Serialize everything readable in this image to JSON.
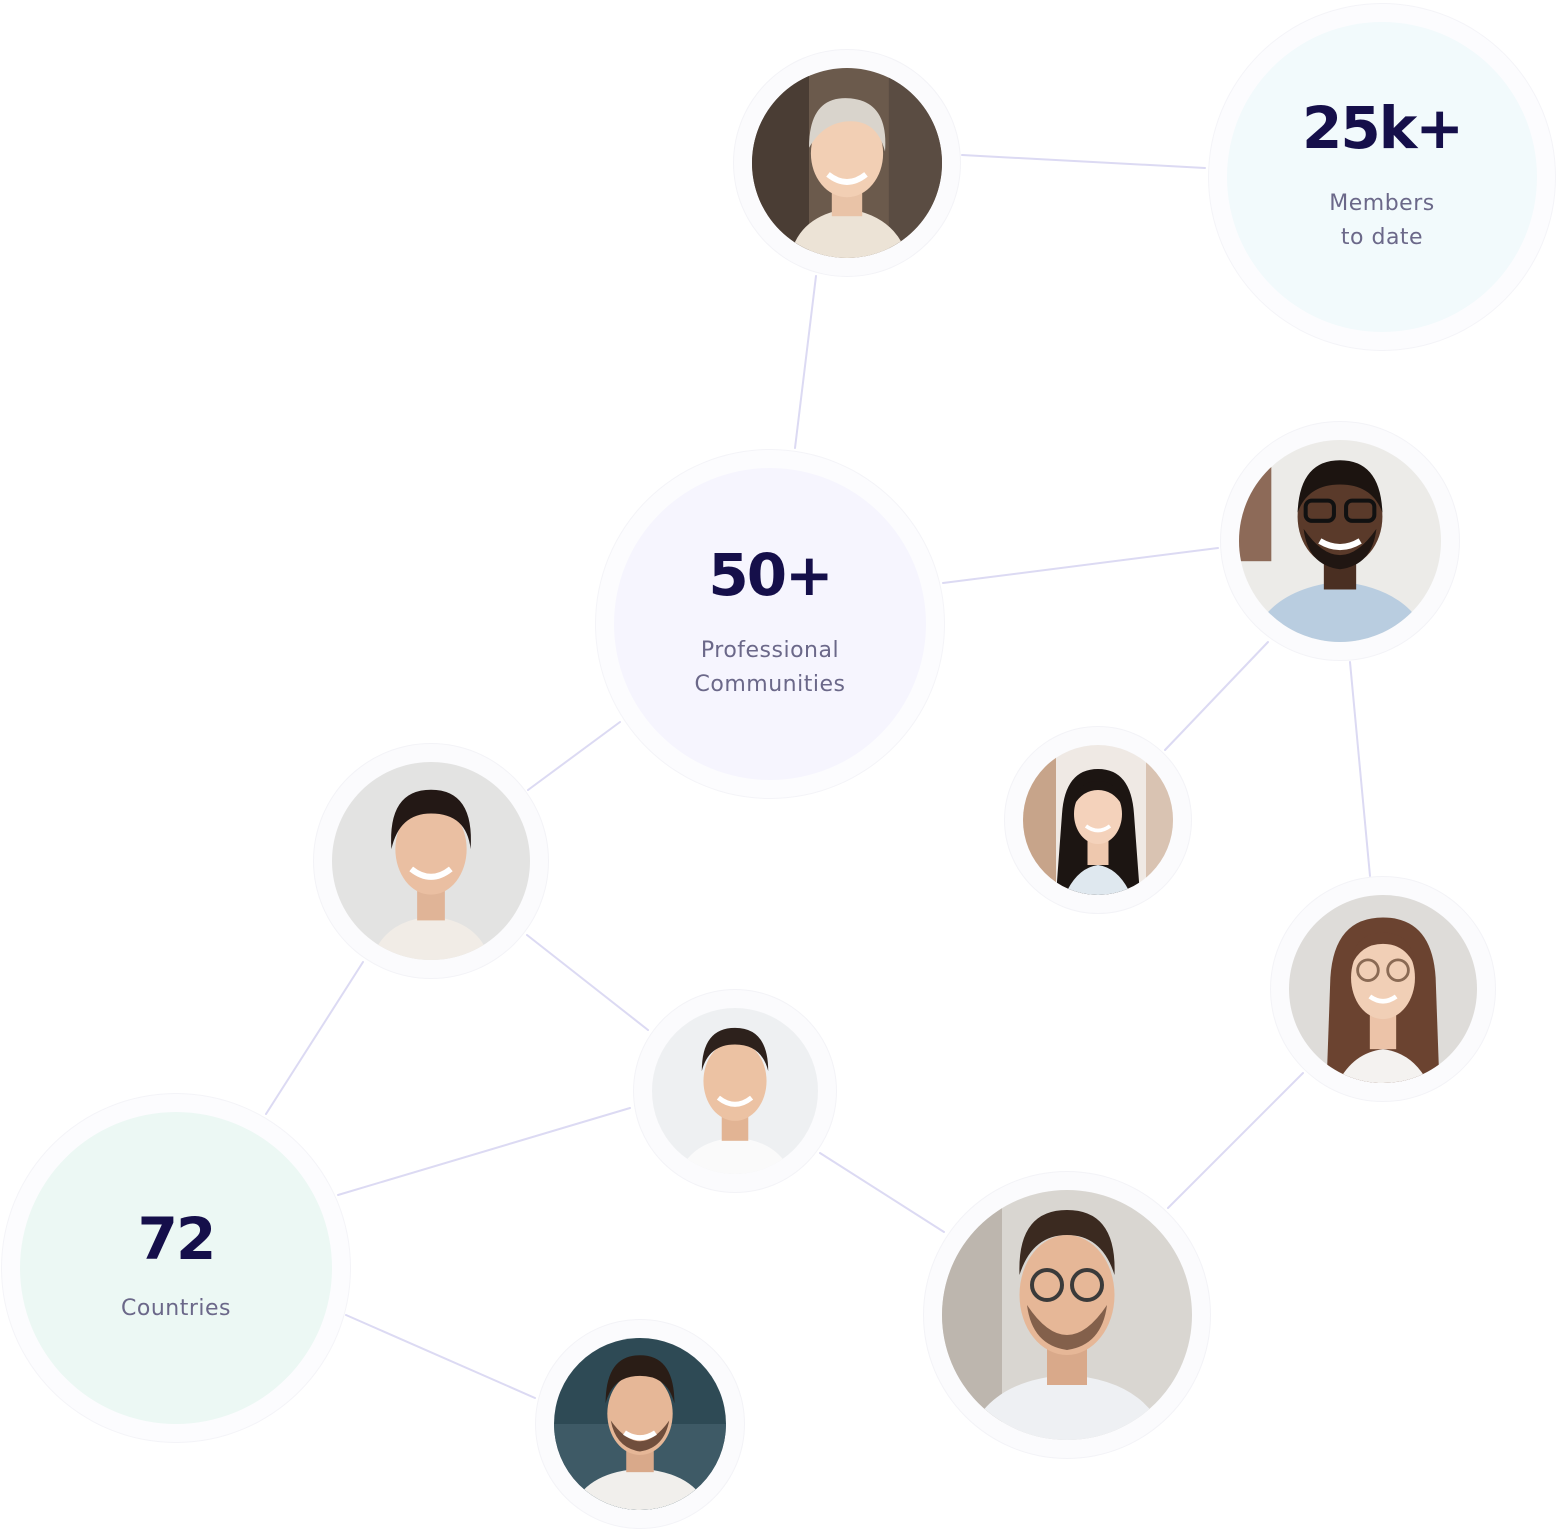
{
  "colors": {
    "heading": "#150f4a",
    "label": "#6b6889",
    "connector": "#dcdaf3",
    "members_bg": "#f2fafc",
    "communities_bg": "#f6f5fe",
    "countries_bg": "#ecf8f4"
  },
  "stats": {
    "members": {
      "value": "25k+",
      "label_line1": "Members",
      "label_line2": "to date"
    },
    "communities": {
      "value": "50+",
      "label_line1": "Professional",
      "label_line2": "Communities"
    },
    "countries": {
      "value": "72",
      "label_line1": "Countries"
    }
  },
  "avatars": [
    "woman-short-blonde-hair",
    "man-glasses-beard",
    "woman-long-dark-hair",
    "woman-dark-hair-bun",
    "woman-glasses-long-hair",
    "man-short-hair-smiling",
    "man-glasses-stubble",
    "man-beard-smiling"
  ]
}
